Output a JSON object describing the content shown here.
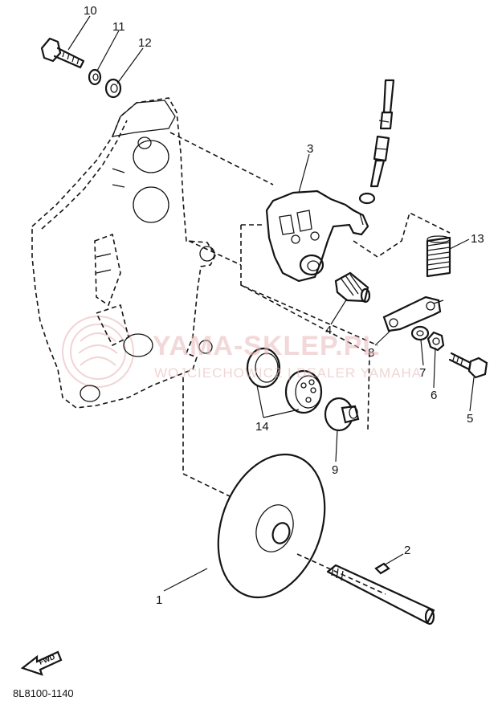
{
  "diagram": {
    "callouts": [
      {
        "id": "10",
        "label": "10"
      },
      {
        "id": "11",
        "label": "11"
      },
      {
        "id": "12",
        "label": "12"
      },
      {
        "id": "3",
        "label": "3"
      },
      {
        "id": "13",
        "label": "13"
      },
      {
        "id": "4",
        "label": "4"
      },
      {
        "id": "8",
        "label": "8"
      },
      {
        "id": "7",
        "label": "7"
      },
      {
        "id": "6",
        "label": "6"
      },
      {
        "id": "5",
        "label": "5"
      },
      {
        "id": "14",
        "label": "14"
      },
      {
        "id": "9",
        "label": "9"
      },
      {
        "id": "2",
        "label": "2"
      },
      {
        "id": "1",
        "label": "1"
      }
    ],
    "forward_arrow_label": "FWD",
    "drawing_code": "8L8100-1140"
  },
  "watermark": {
    "title": "YAMA-SKLEP.PL",
    "subtitle": "WOJCIECHOWICZ | DEALER YAMAHA"
  }
}
